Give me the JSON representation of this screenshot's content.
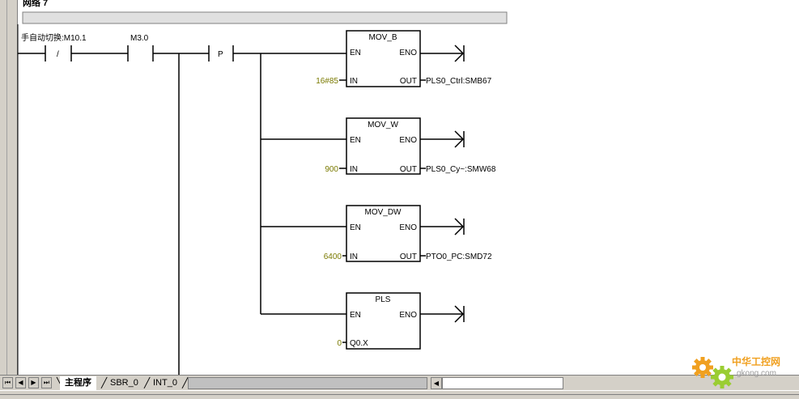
{
  "network": {
    "title": "网络 7"
  },
  "contacts": {
    "manual_auto_switch": {
      "label": "手自动切换:M10.1",
      "symbol": "/"
    },
    "m3_0": {
      "label": "M3.0"
    },
    "positive_edge": {
      "symbol": "P"
    }
  },
  "blocks": [
    {
      "name": "MOV_B",
      "pins": {
        "en": "EN",
        "eno": "ENO",
        "in": "IN",
        "out": "OUT"
      },
      "in_value": "16#85",
      "out_value": "PLS0_Ctrl:SMB67"
    },
    {
      "name": "MOV_W",
      "pins": {
        "en": "EN",
        "eno": "ENO",
        "in": "IN",
        "out": "OUT"
      },
      "in_value": "900",
      "out_value": "PLS0_Cy~:SMW68"
    },
    {
      "name": "MOV_DW",
      "pins": {
        "en": "EN",
        "eno": "ENO",
        "in": "IN",
        "out": "OUT"
      },
      "in_value": "6400",
      "out_value": "PTO0_PC:SMD72"
    },
    {
      "name": "PLS",
      "pins": {
        "en": "EN",
        "eno": "ENO",
        "in": "Q0.X"
      },
      "in_value": "0"
    }
  ],
  "tabs": [
    {
      "label": "主程序",
      "active": true
    },
    {
      "label": "SBR_0",
      "active": false
    },
    {
      "label": "INT_0",
      "active": false
    }
  ],
  "nav_buttons": [
    "first",
    "prev",
    "next",
    "last"
  ],
  "icons": {
    "nav_first": "⏮",
    "nav_prev": "◀",
    "nav_next": "▶",
    "nav_last": "⏭",
    "scroll_left": "◀"
  },
  "watermark": {
    "title": "中华工控网",
    "url": "gkong.com"
  },
  "colors": {
    "value_text": "#7a7a00",
    "wire": "#000000",
    "gutter": "#d4d0c8"
  }
}
